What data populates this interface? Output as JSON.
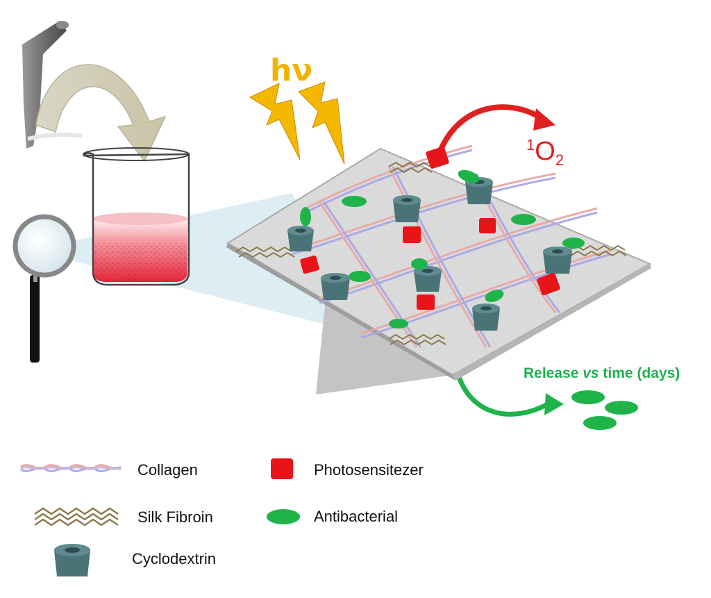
{
  "labels": {
    "light": "hν",
    "singlet_oxygen_pre": "1",
    "singlet_oxygen_main": "O",
    "singlet_oxygen_sub": "2",
    "release_pre": "Release ",
    "release_vs": "vs",
    "release_post": " time (days)"
  },
  "legend": {
    "collagen": "Collagen",
    "silk_fibroin": "Silk Fibroin",
    "cyclodextrin": "Cyclodextrin",
    "photosensitizer": "Photosensitezer",
    "antibacterial": "Antibacterial"
  },
  "colors": {
    "light": "#f0b400",
    "singlet_oxygen": "#e02020",
    "release": "#20b050",
    "photosensitizer": "#e8141a",
    "antibacterial": "#1fb34a",
    "cyclodextrin": "#4a7378",
    "silk": "#8a7a4a",
    "collagen_a": "#e9a7a7",
    "collagen_b": "#a8a8e6",
    "sheet": "#d6d6d6",
    "solution": "#ee3b4c"
  },
  "icons": [
    "hip-implant-icon",
    "beaker-icon",
    "magnifier-icon",
    "lightning-icon"
  ]
}
